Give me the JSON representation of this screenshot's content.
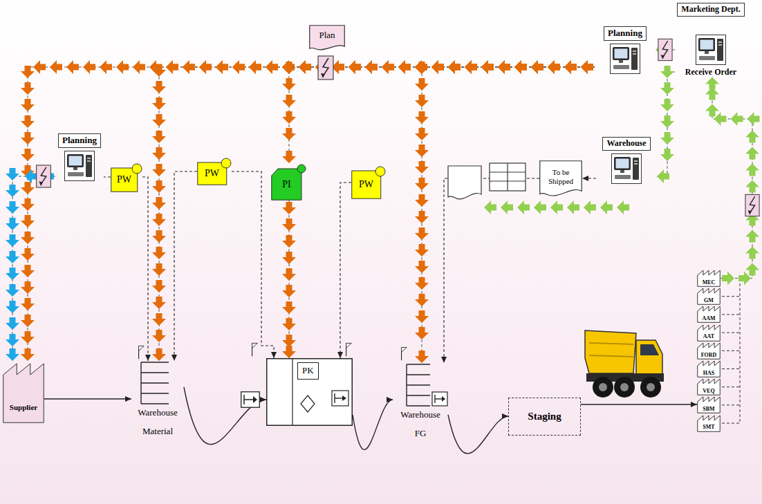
{
  "diagram": {
    "nodes": [
      {
        "text": [
          "Plan"
        ]
      },
      {
        "text": [
          "Planning"
        ]
      },
      {
        "text": [
          "Marketing Dept.",
          "Receive Order"
        ]
      },
      {
        "text": [
          "Planning"
        ]
      },
      {
        "text": [
          "PW"
        ]
      },
      {
        "text": [
          "PW"
        ]
      },
      {
        "text": [
          "PI"
        ]
      },
      {
        "text": [
          "PW"
        ]
      },
      {
        "text": [
          "Warehouse"
        ]
      },
      {
        "text": [
          "To be Shipped"
        ]
      },
      {
        "text": [
          "Supplier"
        ]
      },
      {
        "text": [
          "Warehouse",
          "Material"
        ]
      },
      {
        "text": [
          "PK"
        ]
      },
      {
        "text": [
          "Warehouse",
          "FG"
        ]
      },
      {
        "text": [
          "Staging"
        ]
      },
      {
        "text": [
          "MEC"
        ]
      },
      {
        "text": [
          "GM"
        ]
      },
      {
        "text": [
          "AAM"
        ]
      },
      {
        "text": [
          "AAT"
        ]
      },
      {
        "text": [
          "FORD"
        ]
      },
      {
        "text": [
          "HAS"
        ]
      },
      {
        "text": [
          "VEQ"
        ]
      },
      {
        "text": [
          "SBM"
        ]
      },
      {
        "text": [
          "SMT"
        ]
      }
    ],
    "edges": [
      {
        "from": 15,
        "to": 2,
        "arrow": "to"
      },
      {
        "from": 2,
        "to": 1,
        "arrow": "to"
      },
      {
        "from": 2,
        "to": 8,
        "arrow": "to"
      },
      {
        "from": 8,
        "to": 9,
        "arrow": "to"
      },
      {
        "from": 9,
        "to": 13,
        "arrow": "to"
      },
      {
        "from": 1,
        "to": 10,
        "arrow": "to"
      },
      {
        "from": 1,
        "to": 11,
        "arrow": "to"
      },
      {
        "from": 1,
        "to": 6,
        "arrow": "to"
      },
      {
        "from": 6,
        "to": 12,
        "arrow": "to"
      },
      {
        "from": 1,
        "to": 13,
        "arrow": "to"
      },
      {
        "from": 3,
        "to": 10,
        "arrow": "to"
      },
      {
        "from": 4,
        "to": 3,
        "arrow": "none"
      },
      {
        "from": 4,
        "to": 11,
        "arrow": "to"
      },
      {
        "from": 5,
        "to": 11,
        "arrow": "to"
      },
      {
        "from": 5,
        "to": 12,
        "arrow": "to"
      },
      {
        "from": 7,
        "to": 12,
        "arrow": "to"
      },
      {
        "from": 10,
        "to": 11,
        "arrow": "to"
      },
      {
        "from": 11,
        "to": 12,
        "arrow": "to"
      },
      {
        "from": 12,
        "to": 13,
        "arrow": "to"
      },
      {
        "from": 13,
        "to": 14,
        "arrow": "to"
      },
      {
        "from": 14,
        "to": 22,
        "arrow": "to"
      }
    ]
  }
}
